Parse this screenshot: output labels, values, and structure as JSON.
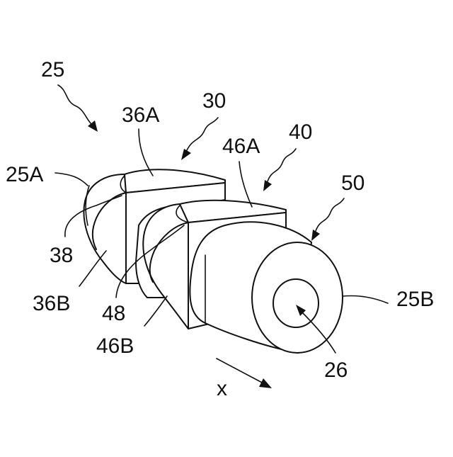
{
  "labels": {
    "l25": "25",
    "l30": "30",
    "l36a": "36A",
    "l40": "40",
    "l46a": "46A",
    "l50": "50",
    "l25a": "25A",
    "l38": "38",
    "l36b": "36B",
    "l48": "48",
    "l46b": "46B",
    "l25b": "25B",
    "l26": "26",
    "lx": "x"
  },
  "colors": {
    "stroke": "#111111",
    "background": "#ffffff"
  }
}
